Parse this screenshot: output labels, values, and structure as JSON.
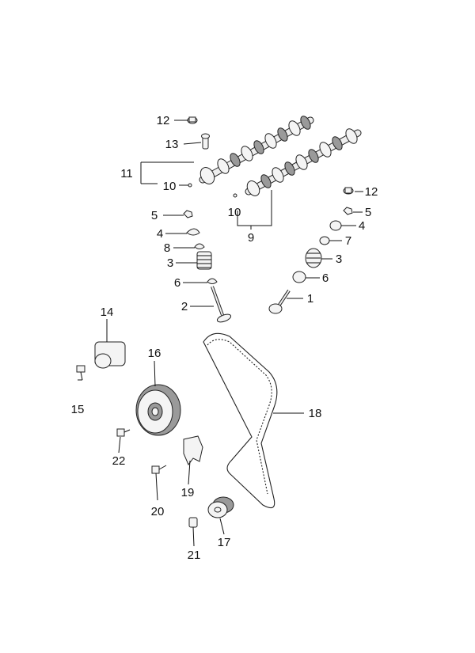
{
  "callouts": [
    {
      "id": "c12a",
      "text": "12"
    },
    {
      "id": "c13",
      "text": "13"
    },
    {
      "id": "c11",
      "text": "11"
    },
    {
      "id": "c10a",
      "text": "10"
    },
    {
      "id": "c10b",
      "text": "10"
    },
    {
      "id": "c9",
      "text": "9"
    },
    {
      "id": "c12b",
      "text": "12"
    },
    {
      "id": "c5a",
      "text": "5"
    },
    {
      "id": "c5b",
      "text": "5"
    },
    {
      "id": "c4a",
      "text": "4"
    },
    {
      "id": "c4b",
      "text": "4"
    },
    {
      "id": "c8",
      "text": "8"
    },
    {
      "id": "c7",
      "text": "7"
    },
    {
      "id": "c3a",
      "text": "3"
    },
    {
      "id": "c3b",
      "text": "3"
    },
    {
      "id": "c6a",
      "text": "6"
    },
    {
      "id": "c6b",
      "text": "6"
    },
    {
      "id": "c2",
      "text": "2"
    },
    {
      "id": "c1",
      "text": "1"
    },
    {
      "id": "c14",
      "text": "14"
    },
    {
      "id": "c16",
      "text": "16"
    },
    {
      "id": "c15",
      "text": "15"
    },
    {
      "id": "c18",
      "text": "18"
    },
    {
      "id": "c22",
      "text": "22"
    },
    {
      "id": "c19",
      "text": "19"
    },
    {
      "id": "c20",
      "text": "20"
    },
    {
      "id": "c17",
      "text": "17"
    },
    {
      "id": "c21",
      "text": "21"
    }
  ]
}
